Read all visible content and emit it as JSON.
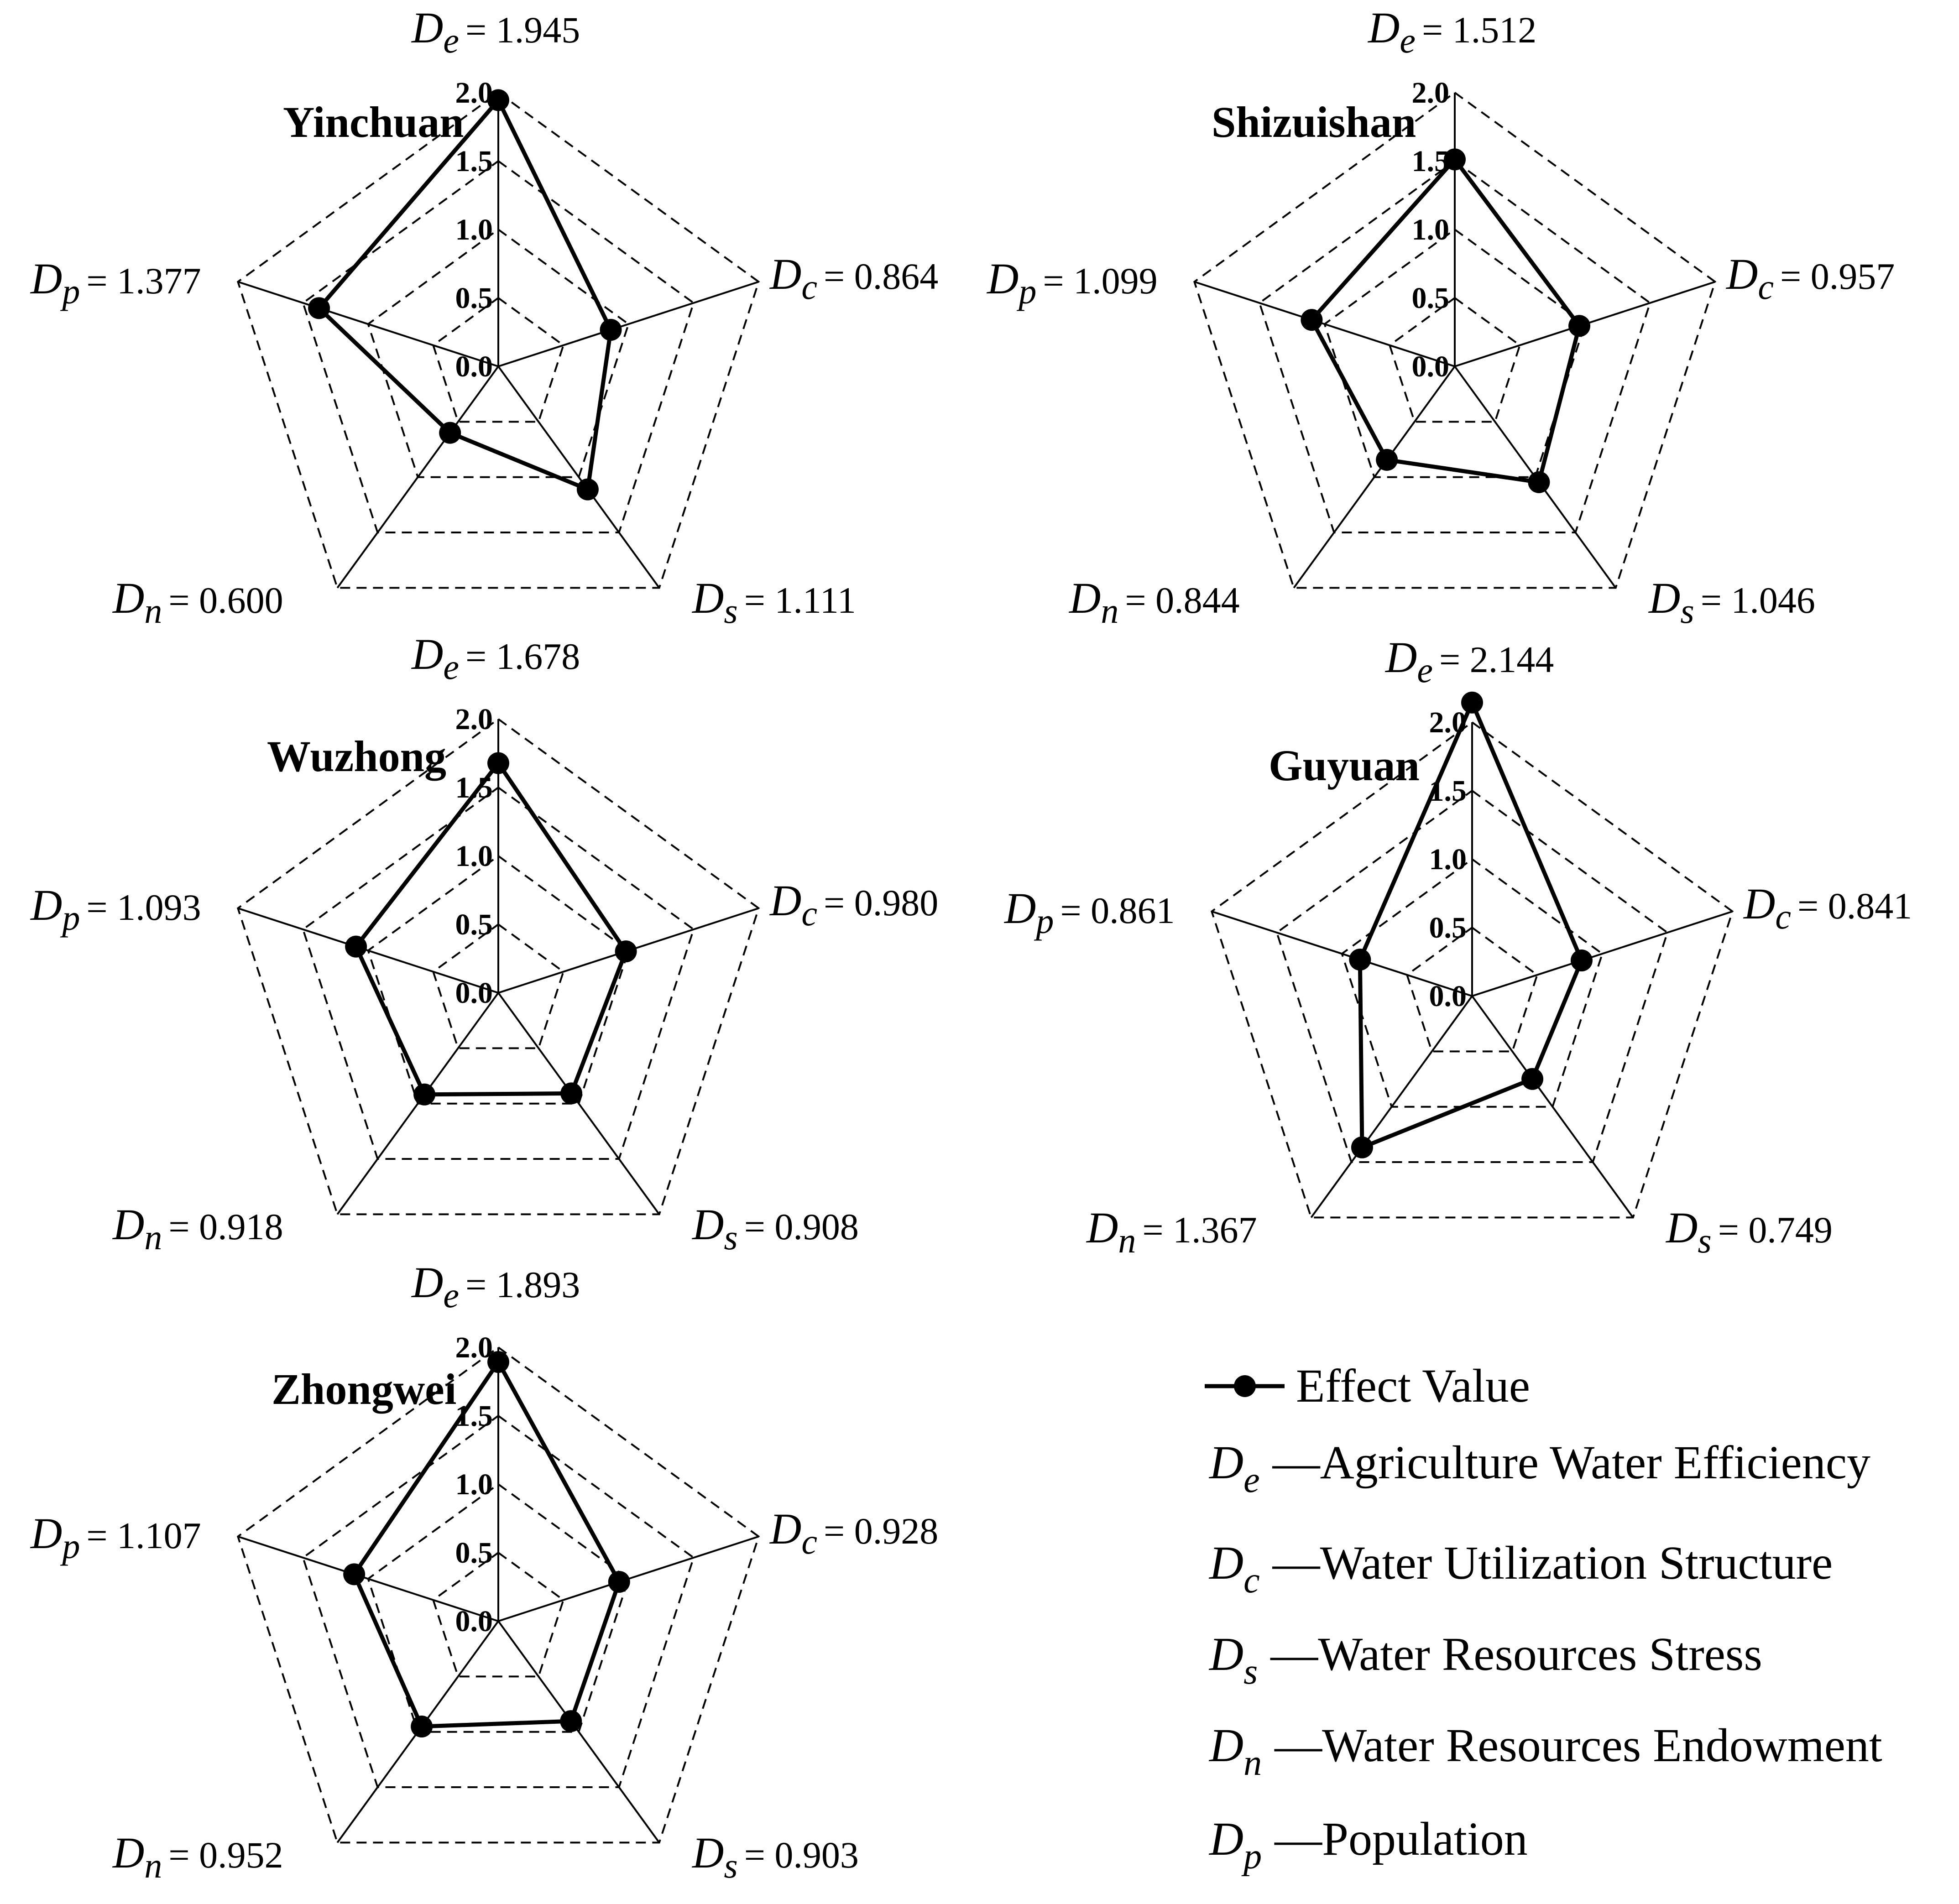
{
  "chart_data": [
    {
      "type": "radar",
      "title": "Yinchuan",
      "axes": [
        {
          "symbol": "D",
          "sub": "e",
          "name": "Agriculture Water Efficiency",
          "value": 1.945,
          "value_label": "= 1.945"
        },
        {
          "symbol": "D",
          "sub": "c",
          "name": "Water Utilization Structure",
          "value": 0.864,
          "value_label": "= 0.864"
        },
        {
          "symbol": "D",
          "sub": "s",
          "name": "Water Resources Stress",
          "value": 1.111,
          "value_label": "= 1.111"
        },
        {
          "symbol": "D",
          "sub": "n",
          "name": "Water Resources Endowment",
          "value": 0.6,
          "value_label": "= 0.600"
        },
        {
          "symbol": "D",
          "sub": "p",
          "name": "Population",
          "value": 1.377,
          "value_label": "= 1.377"
        }
      ],
      "rlim": [
        0,
        2.0
      ],
      "ticks": [
        "0.0",
        "0.5",
        "1.0",
        "1.5",
        "2.0"
      ]
    },
    {
      "type": "radar",
      "title": "Shizuishan",
      "axes": [
        {
          "symbol": "D",
          "sub": "e",
          "name": "Agriculture Water Efficiency",
          "value": 1.512,
          "value_label": "= 1.512"
        },
        {
          "symbol": "D",
          "sub": "c",
          "name": "Water Utilization Structure",
          "value": 0.957,
          "value_label": "= 0.957"
        },
        {
          "symbol": "D",
          "sub": "s",
          "name": "Water Resources Stress",
          "value": 1.046,
          "value_label": "= 1.046"
        },
        {
          "symbol": "D",
          "sub": "n",
          "name": "Water Resources Endowment",
          "value": 0.844,
          "value_label": "= 0.844"
        },
        {
          "symbol": "D",
          "sub": "p",
          "name": "Population",
          "value": 1.099,
          "value_label": "= 1.099"
        }
      ],
      "rlim": [
        0,
        2.0
      ],
      "ticks": [
        "0.0",
        "0.5",
        "1.0",
        "1.5",
        "2.0"
      ]
    },
    {
      "type": "radar",
      "title": "Wuzhong",
      "axes": [
        {
          "symbol": "D",
          "sub": "e",
          "name": "Agriculture Water Efficiency",
          "value": 1.678,
          "value_label": "= 1.678"
        },
        {
          "symbol": "D",
          "sub": "c",
          "name": "Water Utilization Structure",
          "value": 0.98,
          "value_label": "= 0.980"
        },
        {
          "symbol": "D",
          "sub": "s",
          "name": "Water Resources Stress",
          "value": 0.908,
          "value_label": "= 0.908"
        },
        {
          "symbol": "D",
          "sub": "n",
          "name": "Water Resources Endowment",
          "value": 0.918,
          "value_label": "= 0.918"
        },
        {
          "symbol": "D",
          "sub": "p",
          "name": "Population",
          "value": 1.093,
          "value_label": "= 1.093"
        }
      ],
      "rlim": [
        0,
        2.0
      ],
      "ticks": [
        "0.0",
        "0.5",
        "1.0",
        "1.5",
        "2.0"
      ]
    },
    {
      "type": "radar",
      "title": "Guyuan",
      "axes": [
        {
          "symbol": "D",
          "sub": "e",
          "name": "Agriculture Water Efficiency",
          "value": 2.144,
          "value_label": "= 2.144"
        },
        {
          "symbol": "D",
          "sub": "c",
          "name": "Water Utilization Structure",
          "value": 0.841,
          "value_label": "= 0.841"
        },
        {
          "symbol": "D",
          "sub": "s",
          "name": "Water Resources Stress",
          "value": 0.749,
          "value_label": "= 0.749"
        },
        {
          "symbol": "D",
          "sub": "n",
          "name": "Water Resources Endowment",
          "value": 1.367,
          "value_label": "= 1.367"
        },
        {
          "symbol": "D",
          "sub": "p",
          "name": "Population",
          "value": 0.861,
          "value_label": "= 0.861"
        }
      ],
      "rlim": [
        0,
        2.0
      ],
      "ticks": [
        "0.0",
        "0.5",
        "1.0",
        "1.5",
        "2.0"
      ]
    },
    {
      "type": "radar",
      "title": "Zhongwei",
      "axes": [
        {
          "symbol": "D",
          "sub": "e",
          "name": "Agriculture Water Efficiency",
          "value": 1.893,
          "value_label": "= 1.893"
        },
        {
          "symbol": "D",
          "sub": "c",
          "name": "Water Utilization Structure",
          "value": 0.928,
          "value_label": "= 0.928"
        },
        {
          "symbol": "D",
          "sub": "s",
          "name": "Water Resources Stress",
          "value": 0.903,
          "value_label": "= 0.903"
        },
        {
          "symbol": "D",
          "sub": "n",
          "name": "Water Resources Endowment",
          "value": 0.952,
          "value_label": "= 0.952"
        },
        {
          "symbol": "D",
          "sub": "p",
          "name": "Population",
          "value": 1.107,
          "value_label": "= 1.107"
        }
      ],
      "rlim": [
        0,
        2.0
      ],
      "ticks": [
        "0.0",
        "0.5",
        "1.0",
        "1.5",
        "2.0"
      ]
    }
  ],
  "legend": {
    "series_label": "Effect Value",
    "items": [
      {
        "symbol": "D",
        "sub": "e",
        "text": "—Agriculture Water Efficiency"
      },
      {
        "symbol": "D",
        "sub": "c",
        "text": "—Water Utilization Structure"
      },
      {
        "symbol": "D",
        "sub": "s",
        "text": "—Water Resources Stress"
      },
      {
        "symbol": "D",
        "sub": "n",
        "text": "—Water Resources Endowment"
      },
      {
        "symbol": "D",
        "sub": "p",
        "text": "—Population"
      }
    ],
    "colors": {
      "series": "#000000",
      "grid": "#000000",
      "background": "#ffffff"
    }
  }
}
